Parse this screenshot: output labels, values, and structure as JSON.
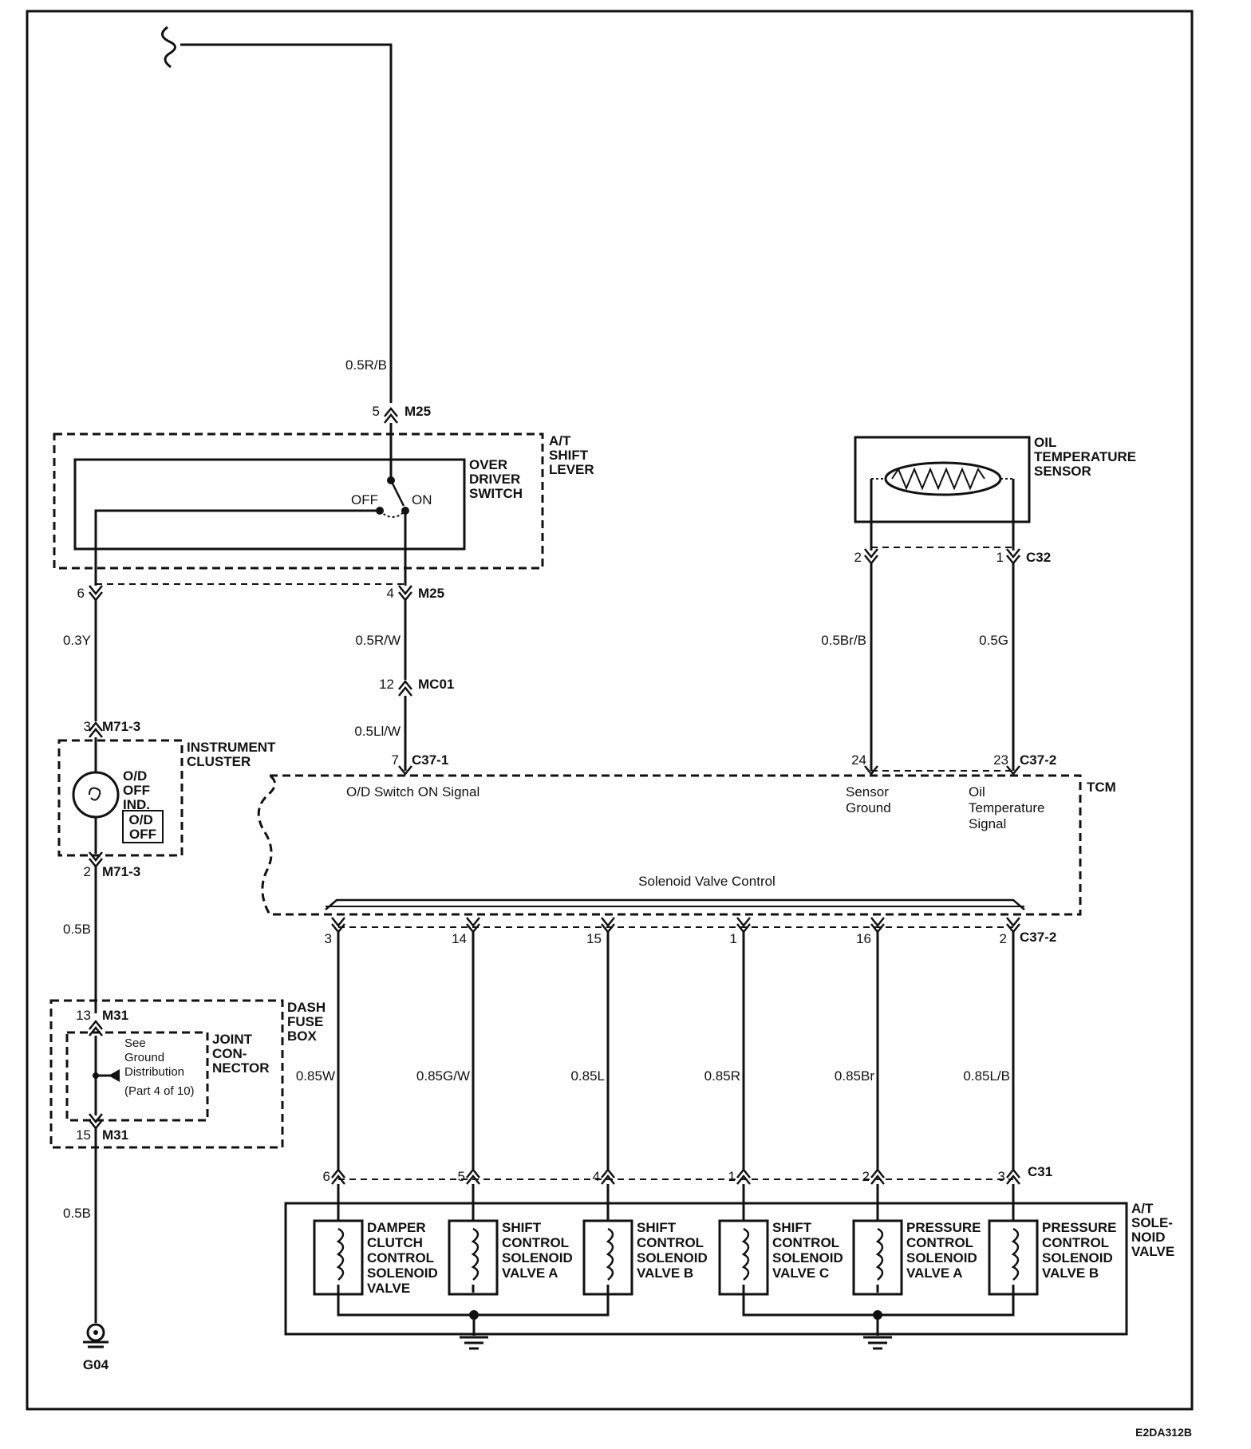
{
  "diagram": {
    "code": "E2DA312B",
    "components": {
      "shift_lever": [
        "A/T",
        "SHIFT",
        "LEVER"
      ],
      "od_switch": [
        "OVER",
        "DRIVER",
        "SWITCH"
      ],
      "switch_off": "OFF",
      "switch_on": "ON",
      "oil_sensor": [
        "OIL",
        "TEMPERATURE",
        "SENSOR"
      ],
      "instrument_cluster": [
        "INSTRUMENT",
        "CLUSTER"
      ],
      "od_indicator": [
        "O/D",
        "OFF",
        "IND."
      ],
      "od_lamp": [
        "O/D",
        "OFF"
      ],
      "dash_fuse_box": [
        "DASH",
        "FUSE",
        "BOX"
      ],
      "joint_connector": [
        "JOINT",
        "CON-",
        "NECTOR"
      ],
      "ground_note": [
        "See",
        "Ground",
        "Distribution",
        "(Part 4 of 10)"
      ],
      "tcm": "TCM",
      "tcm_od_signal": "O/D Switch ON Signal",
      "tcm_sensor_ground": [
        "Sensor",
        "Ground"
      ],
      "tcm_oil_temp": [
        "Oil",
        "Temperature",
        "Signal"
      ],
      "tcm_solenoid_control": "Solenoid Valve Control",
      "solenoid_block": [
        "A/T",
        "SOLE-",
        "NOID",
        "VALVE"
      ],
      "ground": "G04"
    },
    "wires": {
      "w_top": "0.5R/B",
      "w_od_out": "0.5R/W",
      "w_mc01_tcm": "0.5Ll/W",
      "w_indicator": "0.3Y",
      "w_cluster_fuse": "0.5B",
      "w_ground": "0.5B",
      "w_sensor_gnd": "0.5Br/B",
      "w_oil_sig": "0.5G"
    },
    "connectors": {
      "m25_top": {
        "pin": "5",
        "name": "M25"
      },
      "m25_bot_pin": "4",
      "m25_bot_name": "M25",
      "left6": "6",
      "mc01": {
        "pin": "12",
        "name": "MC01"
      },
      "c37_1": {
        "pin": "7",
        "name": "C37-1"
      },
      "m71_3_top": {
        "pin": "3",
        "name": "M71-3"
      },
      "m71_3_bot": {
        "pin": "2",
        "name": "M71-3"
      },
      "m31_top": {
        "pin": "13",
        "name": "M31"
      },
      "m31_bot": {
        "pin": "15",
        "name": "M31"
      },
      "c32": {
        "pin_a": "2",
        "pin_b": "1",
        "name": "C32"
      },
      "c37_2_top": {
        "pin_a": "24",
        "pin_b": "23",
        "name": "C37-2"
      },
      "c37_2_sol": "C37-2",
      "c31": "C31"
    },
    "solenoids": [
      {
        "tcm_pin": "3",
        "wire": "0.85W",
        "c31_pin": "6",
        "label": [
          "DAMPER",
          "CLUTCH",
          "CONTROL",
          "SOLENOID",
          "VALVE"
        ]
      },
      {
        "tcm_pin": "14",
        "wire": "0.85G/W",
        "c31_pin": "5",
        "label": [
          "SHIFT",
          "CONTROL",
          "SOLENOID",
          "VALVE A"
        ]
      },
      {
        "tcm_pin": "15",
        "wire": "0.85L",
        "c31_pin": "4",
        "label": [
          "SHIFT",
          "CONTROL",
          "SOLENOID",
          "VALVE B"
        ]
      },
      {
        "tcm_pin": "1",
        "wire": "0.85R",
        "c31_pin": "1",
        "label": [
          "SHIFT",
          "CONTROL",
          "SOLENOID",
          "VALVE C"
        ]
      },
      {
        "tcm_pin": "16",
        "wire": "0.85Br",
        "c31_pin": "2",
        "label": [
          "PRESSURE",
          "CONTROL",
          "SOLENOID",
          "VALVE  A"
        ]
      },
      {
        "tcm_pin": "2",
        "wire": "0.85L/B",
        "c31_pin": "3",
        "label": [
          "PRESSURE",
          "CONTROL",
          "SOLENOID",
          "VALVE  B"
        ]
      }
    ]
  }
}
